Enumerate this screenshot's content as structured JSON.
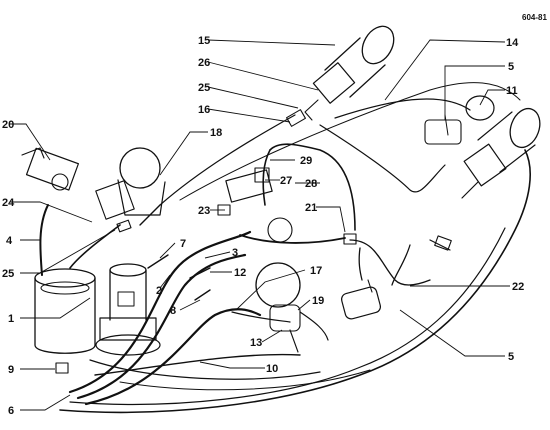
{
  "diagram": {
    "code": "604-81",
    "callouts": {
      "c1": "1",
      "c2": "2",
      "c3": "3",
      "c4": "4",
      "c5a": "5",
      "c5b": "5",
      "c6": "6",
      "c7": "7",
      "c8": "8",
      "c9": "9",
      "c10": "10",
      "c11": "11",
      "c12": "12",
      "c13": "13",
      "c14": "14",
      "c15": "15",
      "c16": "16",
      "c17": "17",
      "c18": "18",
      "c19": "19",
      "c20": "20",
      "c21": "21",
      "c22": "22",
      "c23": "23",
      "c24": "24",
      "c25a": "25",
      "c25b": "25",
      "c26": "26",
      "c27": "27",
      "c28": "28",
      "c29": "29"
    }
  }
}
